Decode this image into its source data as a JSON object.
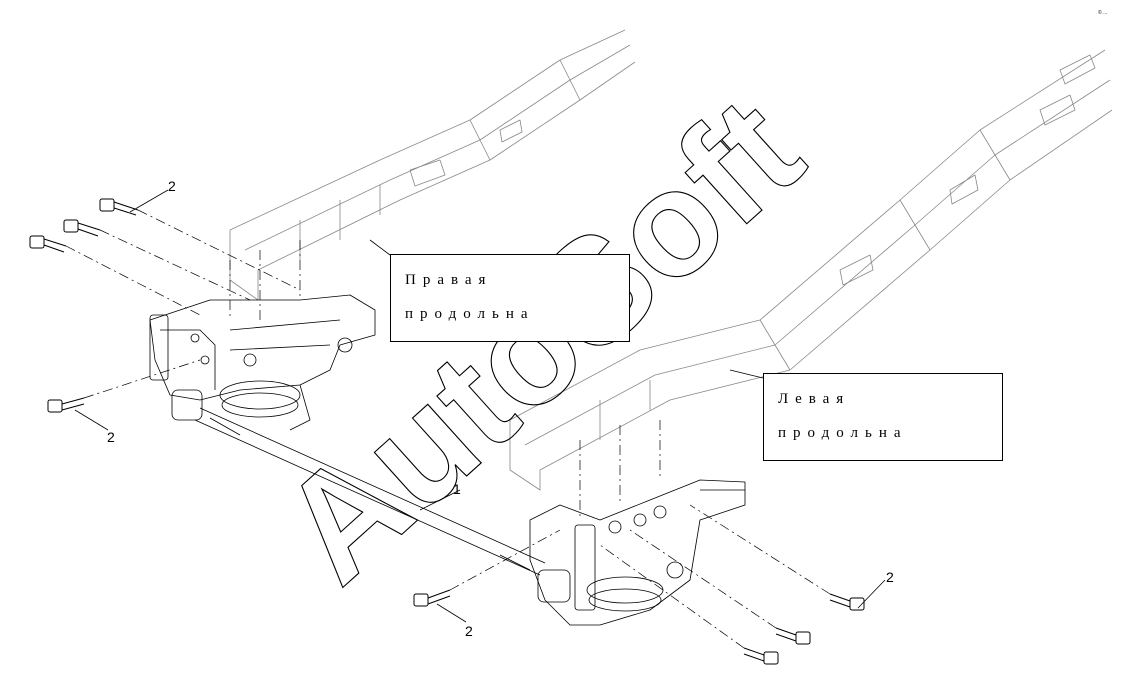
{
  "labels": {
    "right_rail": {
      "line1": "Правая",
      "line2": "продольна"
    },
    "left_rail": {
      "line1": "Левая",
      "line2": "продольна"
    }
  },
  "callouts": {
    "stabilizer_bar": "1",
    "bolt": "2"
  },
  "watermark": "AutoSoft",
  "corner_mark": "© ..."
}
